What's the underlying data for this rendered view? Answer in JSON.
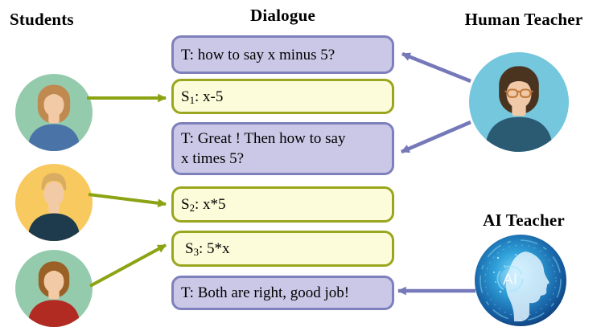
{
  "headers": {
    "students": "Students",
    "dialogue": "Dialogue",
    "human_teacher": "Human Teacher",
    "ai_teacher": "AI Teacher"
  },
  "dialogue": {
    "bubbles": [
      {
        "speaker": "T",
        "prefix": "T: how to say x minus 5?",
        "sub": "",
        "rest": ""
      },
      {
        "speaker": "S1",
        "prefix": "S",
        "sub": "1",
        "rest": ": x-5"
      },
      {
        "speaker": "T",
        "prefix": "T: Great ! Then how to say\nx times 5?",
        "sub": "",
        "rest": ""
      },
      {
        "speaker": "S2",
        "prefix": "S",
        "sub": "2",
        "rest": ": x*5"
      },
      {
        "speaker": "S3",
        "prefix": "S",
        "sub": "3",
        "rest": ": 5*x"
      },
      {
        "speaker": "T",
        "prefix": "T: Both are right, good job!",
        "sub": "",
        "rest": ""
      }
    ]
  },
  "avatars": {
    "student1": {
      "bg": "#95cbad",
      "hair": "#c0894f",
      "skin": "#f2cba6",
      "shirt": "#4a74a8"
    },
    "student2": {
      "bg": "#f8c95e",
      "hair": "#d8ac62",
      "skin": "#f2cba6",
      "shirt": "#1d3b4d"
    },
    "student3": {
      "bg": "#95cbad",
      "hair": "#9a6026",
      "skin": "#f2cba6",
      "shirt": "#b12b22"
    },
    "human_teacher": {
      "bg": "#74c7dd",
      "hair": "#4a3420",
      "skin": "#f0c9a8",
      "shirt": "#2b5a73",
      "glasses": "#c27a3a"
    },
    "ai_teacher": {
      "label": "AI",
      "profile": "#e8f7ff",
      "text_color": "#f2fbff"
    }
  },
  "colors": {
    "teacher_bubble_fill": "#cac8e6",
    "teacher_bubble_border": "#7e80bb",
    "student_bubble_fill": "#fcfcda",
    "student_bubble_border": "#9aa61d",
    "green_arrow": "#8ca313",
    "purple_arrow": "#7679b9",
    "text": "#000000",
    "background": "#ffffff"
  }
}
